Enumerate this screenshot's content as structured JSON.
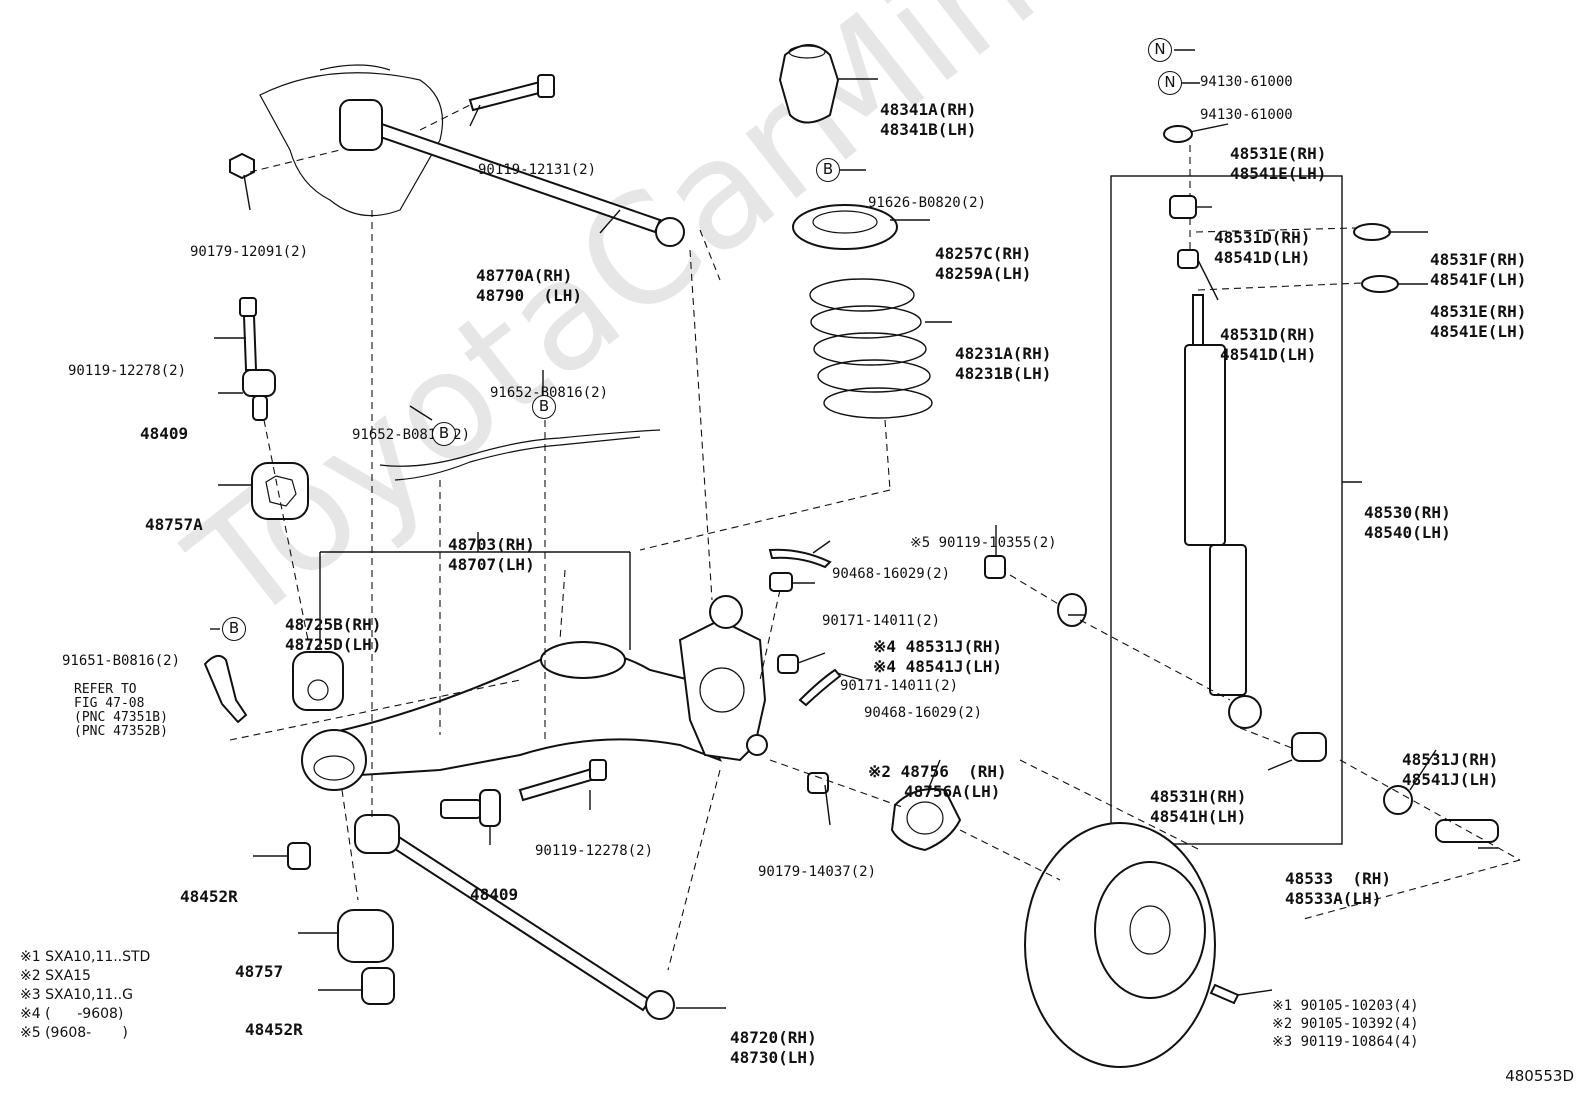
{
  "diagram": {
    "watermark": "ToyotaCarMine.ru",
    "figure_code": "480553D",
    "parts": [
      {
        "id": "p48341",
        "lines": [
          "48341A(RH)",
          "48341B(LH)"
        ]
      },
      {
        "id": "p91626",
        "lines": [
          "91626-B0820(2)"
        ]
      },
      {
        "id": "p48257",
        "lines": [
          "48257C(RH)",
          "48259A(LH)"
        ]
      },
      {
        "id": "p48231",
        "lines": [
          "48231A(RH)",
          "48231B(LH)"
        ]
      },
      {
        "id": "p94130a",
        "lines": [
          "94130-61000"
        ]
      },
      {
        "id": "p94130b",
        "lines": [
          "94130-61000"
        ]
      },
      {
        "id": "p48531e1",
        "lines": [
          "48531E(RH)",
          "48541E(LH)"
        ]
      },
      {
        "id": "p48531d1",
        "lines": [
          "48531D(RH)",
          "48541D(LH)"
        ]
      },
      {
        "id": "p48531f",
        "lines": [
          "48531F(RH)",
          "48541F(LH)"
        ]
      },
      {
        "id": "p48531e2",
        "lines": [
          "48531E(RH)",
          "48541E(LH)"
        ]
      },
      {
        "id": "p48531d2",
        "lines": [
          "48531D(RH)",
          "48541D(LH)"
        ]
      },
      {
        "id": "p48530",
        "lines": [
          "48530(RH)",
          "48540(LH)"
        ]
      },
      {
        "id": "p48531h",
        "lines": [
          "48531H(RH)",
          "48541H(LH)"
        ]
      },
      {
        "id": "p48531j2",
        "lines": [
          "48531J(RH)",
          "48541J(LH)"
        ]
      },
      {
        "id": "p48533",
        "lines": [
          "48533  (RH)",
          "48533A(LH)"
        ]
      },
      {
        "id": "p90119_12131",
        "lines": [
          "90119-12131(2)"
        ]
      },
      {
        "id": "p90179_12091",
        "lines": [
          "90179-12091(2)"
        ]
      },
      {
        "id": "p48770",
        "lines": [
          "48770A(RH)",
          "48790  (LH)"
        ]
      },
      {
        "id": "p90119_12278a",
        "lines": [
          "90119-12278(2)"
        ]
      },
      {
        "id": "p48409a",
        "lines": [
          "48409"
        ]
      },
      {
        "id": "p48757a",
        "lines": [
          "48757A"
        ]
      },
      {
        "id": "p91652a",
        "lines": [
          "91652-B0816(2)"
        ]
      },
      {
        "id": "p91652b",
        "lines": [
          "91652-B0816(2)"
        ]
      },
      {
        "id": "p48703",
        "lines": [
          "48703(RH)",
          "48707(LH)"
        ]
      },
      {
        "id": "p48725",
        "lines": [
          "48725B(RH)",
          "48725D(LH)"
        ]
      },
      {
        "id": "p91651",
        "lines": [
          "91651-B0816(2)"
        ]
      },
      {
        "id": "p90119_10355",
        "lines": [
          "※5 90119-10355(2)"
        ]
      },
      {
        "id": "p90468a",
        "lines": [
          "90468-16029(2)"
        ]
      },
      {
        "id": "p90171a",
        "lines": [
          "90171-14011(2)"
        ]
      },
      {
        "id": "p48531j1",
        "lines": [
          "※4 48531J(RH)",
          "※4 48541J(LH)"
        ]
      },
      {
        "id": "p90171b",
        "lines": [
          "90171-14011(2)"
        ]
      },
      {
        "id": "p90468b",
        "lines": [
          "90468-16029(2)"
        ]
      },
      {
        "id": "p48756",
        "lines": [
          "※2 48756  (RH)",
          "48756A(LH)"
        ]
      },
      {
        "id": "p90119_12278b",
        "lines": [
          "90119-12278(2)"
        ]
      },
      {
        "id": "p48409b",
        "lines": [
          "48409"
        ]
      },
      {
        "id": "p90179_14037",
        "lines": [
          "90179-14037(2)"
        ]
      },
      {
        "id": "p48452a",
        "lines": [
          "48452R"
        ]
      },
      {
        "id": "p48757",
        "lines": [
          "48757"
        ]
      },
      {
        "id": "p48452b",
        "lines": [
          "48452R"
        ]
      },
      {
        "id": "p48720",
        "lines": [
          "48720(RH)",
          "48730(LH)"
        ]
      },
      {
        "id": "p90105",
        "lines": [
          "※1 90105-10203(4)",
          "※2 90105-10392(4)",
          "※3 90119-10864(4)"
        ]
      }
    ],
    "refer": [
      "REFER TO",
      "FIG 47-08",
      "(PNC 47351B)",
      "(PNC 47352B)"
    ],
    "notes": [
      "※1 SXA10,11..STD",
      "※2 SXA15",
      "※3 SXA10,11..G",
      "※4 (      -9608)",
      "※5 (9608-       )"
    ],
    "callouts": [
      {
        "id": "cN1",
        "letter": "N"
      },
      {
        "id": "cN2",
        "letter": "N"
      },
      {
        "id": "cB1",
        "letter": "B"
      },
      {
        "id": "cB2",
        "letter": "B"
      },
      {
        "id": "cB3",
        "letter": "B"
      },
      {
        "id": "cB4",
        "letter": "B"
      }
    ]
  }
}
